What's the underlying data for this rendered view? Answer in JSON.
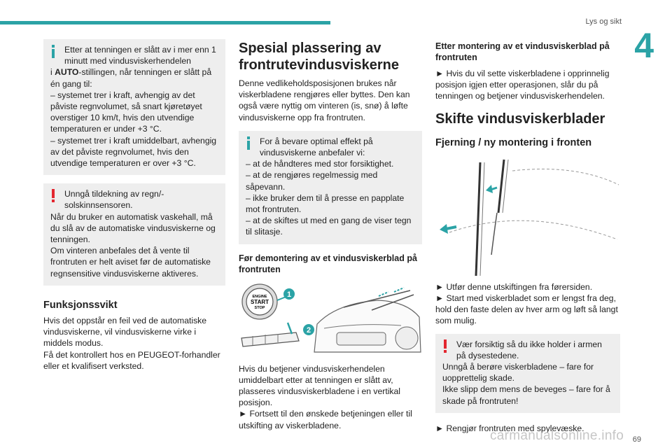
{
  "header": {
    "title": "Lys og sikt",
    "chapter": "4",
    "page": "69"
  },
  "watermark": "carmanualsonline.info",
  "left": {
    "info1_first": "Etter at tenningen er slått av i mer enn 1 minutt med vindusviskerhendelen",
    "info1_auto_pre": "i ",
    "info1_auto": "AUTO",
    "info1_rest": "-stillingen, når tenningen er slått på én gang til:",
    "info1_b1": "– systemet trer i kraft, avhengig av det påviste regnvolumet, så snart kjøretøyet overstiger 10 km/t, hvis den utvendige temperaturen er under +3 °C.",
    "info1_b2": "– systemet trer i kraft umiddelbart, avhengig av det påviste regnvolumet, hvis den utvendige temperaturen er over +3 °C.",
    "warn1_first": "Unngå tildekning av regn/-solskinnsensoren.",
    "warn1_p2": "Når du bruker en automatisk vaskehall, må du slå av de automatiske vindusviskerne og tenningen.",
    "warn1_p3": "Om vinteren anbefales det å vente til frontruten er helt aviset før de automatiske regnsensitive vindusviskerne aktiveres.",
    "h_fault": "Funksjonssvikt",
    "fault_p1": "Hvis det oppstår en feil ved de automatiske vindusviskerne, vil vindusviskerne virke i middels modus.",
    "fault_p2": "Få det kontrollert hos en PEUGEOT-forhandler eller et kvalifisert verksted."
  },
  "middle": {
    "h_title": "Spesial plassering av frontrutevindusviskerne",
    "intro": "Denne vedlikeholdsposisjonen brukes når viskerbladene rengjøres eller byttes. Den kan også være nyttig om vinteren (is, snø) å løfte vindusviskerne opp fra frontruten.",
    "info_first": "For å bevare optimal effekt på vindusviskerne anbefaler vi:",
    "info_b1": "– at de håndteres med stor forsiktighet.",
    "info_b2": "– at de rengjøres regelmessig med såpevann.",
    "info_b3": "– ikke bruker dem til å presse en papplate mot frontruten.",
    "info_b4": "– at de skiftes ut med en gang de viser tegn til slitasje.",
    "h_before": "Før demontering av et vindusviskerblad på frontruten",
    "fig_start_l1": "ENGINE",
    "fig_start_l2": "START",
    "fig_start_l3": "STOP",
    "fig_n1": "1",
    "fig_n2": "2",
    "after_fig": "Hvis du betjener vindusviskerhendelen umiddelbart etter at tenningen er slått av, plasseres vindusviskerbladene i en vertikal posisjon.",
    "step": "► Fortsett til den ønskede betjeningen eller til utskifting av viskerbladene."
  },
  "right": {
    "h_after": "Etter montering av et vindusviskerblad på frontruten",
    "after_p": "► Hvis du vil sette viskerbladene i opprinnelig posisjon igjen etter operasjonen, slår du på tenningen og betjener vindusviskerhendelen.",
    "h_change": "Skifte vindusviskerblader",
    "h_sub": "Fjerning / ny montering i fronten",
    "step1": "► Utfør denne utskiftingen fra førersiden.",
    "step2": "► Start med viskerbladet som er lengst fra deg, hold den faste delen av hver arm og løft så langt som mulig.",
    "warn_first": "Vær forsiktig så du ikke holder i armen på dysestedene.",
    "warn_p2": "Unngå å berøre viskerbladene – fare for uopprettelig skade.",
    "warn_p3": "Ikke slipp dem mens de beveges – fare for å skade på frontruten!",
    "step3": "► Rengjør frontruten med spylevæske."
  },
  "colors": {
    "accent": "#2ba3a6",
    "warning": "#e3262f",
    "box": "#eeeeee"
  },
  "icons": {
    "info": "info-icon",
    "warning": "warning-icon"
  }
}
